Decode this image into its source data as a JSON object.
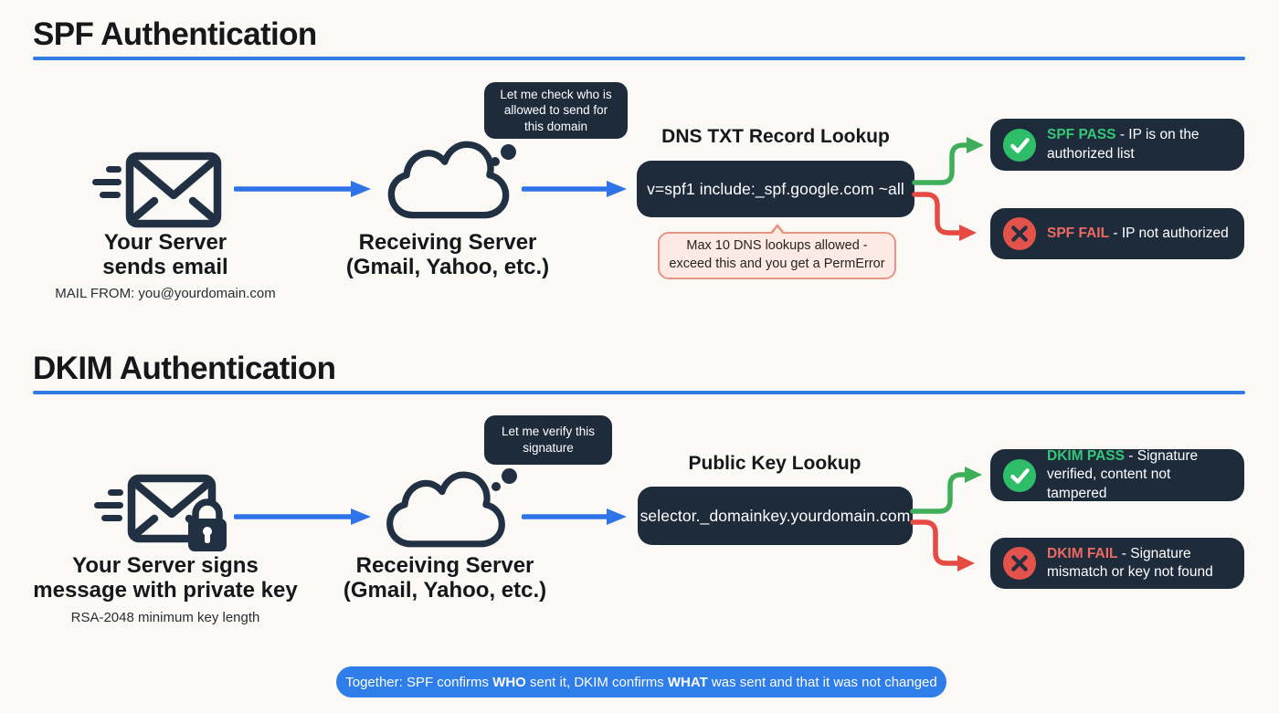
{
  "colors": {
    "background": "#faf9f6",
    "accent_blue": "#2e7ce4",
    "navy_box": "#1e2b3b",
    "green_circle": "#2ebd68",
    "green_text": "#35c878",
    "green_arrow": "#3fae5a",
    "red_circle": "#e3524b",
    "red_text": "#ed6a63",
    "red_arrow": "#e54b42",
    "note_bg": "#fdeae4",
    "note_border": "#e89480"
  },
  "spf": {
    "section_title": "SPF Authentication",
    "bubble_text": "Let me check who is\nallowed to send for\nthis domain",
    "sender_title": "Your Server\nsends email",
    "sender_subtitle": "MAIL FROM: you@yourdomain.com",
    "receiver_title": "Receiving Server\n(Gmail, Yahoo, etc.)",
    "lookup_title": "DNS TXT Record Lookup",
    "record_value": "v=spf1 include:_spf.google.com ~all",
    "note_text": "Max 10 DNS lookups allowed -\nexceed this and you get a PermError",
    "pass_label": "SPF PASS",
    "pass_text": " - IP is on the authorized list",
    "fail_label": "SPF FAIL",
    "fail_text": " - IP not authorized"
  },
  "dkim": {
    "section_title": "DKIM Authentication",
    "bubble_text": "Let me verify this\nsignature",
    "sender_title": "Your Server signs\nmessage with private key",
    "sender_subtitle": "RSA-2048 minimum key length",
    "receiver_title": "Receiving Server\n(Gmail, Yahoo, etc.)",
    "lookup_title": "Public Key Lookup",
    "record_value": "selector._domainkey.yourdomain.com",
    "pass_label": "DKIM PASS",
    "pass_text": " - Signature verified, content not tampered",
    "fail_label": "DKIM FAIL",
    "fail_text": " - Signature mismatch or key not found"
  },
  "footer": {
    "part1": "Together: SPF confirms ",
    "bold1": "WHO",
    "part2": " sent it, DKIM confirms ",
    "bold2": "WHAT",
    "part3": " was sent and that it was not changed"
  }
}
